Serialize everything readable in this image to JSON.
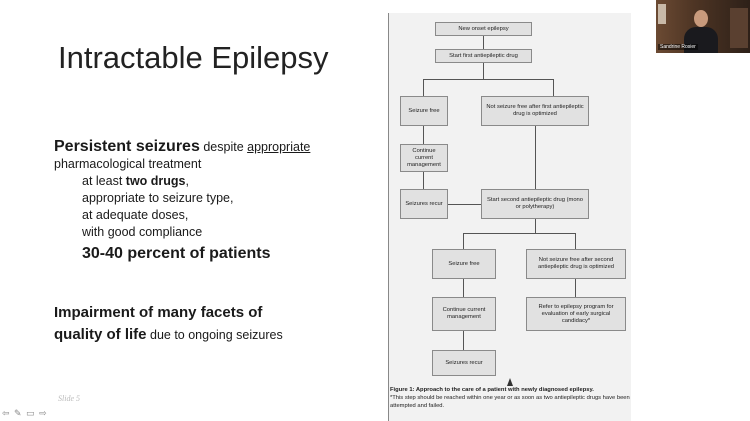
{
  "slide": {
    "title": "Intractable Epilepsy",
    "b1_bold": "Persistent seizures",
    "b1_text": " despite ",
    "b1_underline": "appropriate",
    "b1_line2": "pharmacological treatment",
    "b1_line3_pre": "at least ",
    "b1_line3_bold": "two drugs",
    "b1_line3_post": ",",
    "b1_line4": "appropriate to seizure type,",
    "b1_line5": "at adequate doses,",
    "b1_line6": "with good compliance",
    "b1_pct": "30-40 percent of patients",
    "b2_bold1": "Impairment of many facets of",
    "b2_bold2": "quality of life",
    "b2_text": " due to ongoing seizures",
    "slide_number": "Slide 5",
    "nav_icons": "⇦ ✎ ▭ ⇨"
  },
  "flowchart": {
    "new_onset": "New onset epilepsy",
    "start_first": "Start first antiepileptic drug",
    "seizure_free_1": "Seizure free",
    "not_free_1": "Not seizure free after first antiepileptic drug is optimized",
    "continue_1": "Continue current management",
    "recur_1": "Seizures recur",
    "start_second": "Start second antiepileptic drug (mono or polytherapy)",
    "seizure_free_2": "Seizure free",
    "not_free_2": "Not seizure free after second antiepileptic drug is optimized",
    "continue_2": "Continue current management",
    "refer": "Refer to epilepsy program for evaluation of early surgical candidacy*",
    "recur_2": "Seizures recur",
    "caption_bold": "Figure 1: Approach to the care of a patient with newly diagnosed epilepsy.",
    "caption_text": "*This step should be reached within one year or as soon as two antiepileptic drugs have been attempted and failed."
  },
  "video": {
    "participant_name": "Sandrine Rosier"
  }
}
